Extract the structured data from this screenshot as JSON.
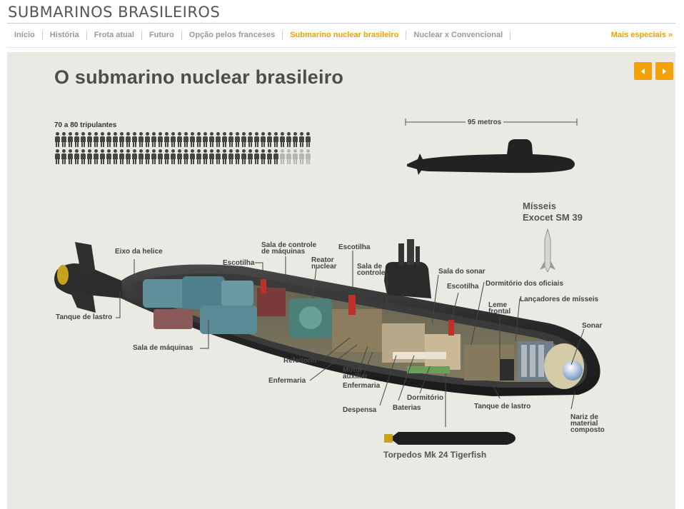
{
  "site": {
    "title": "SUBMARINOS BRASILEIROS"
  },
  "nav": {
    "items": [
      {
        "label": "Início",
        "active": false
      },
      {
        "label": "História",
        "active": false
      },
      {
        "label": "Frota atual",
        "active": false
      },
      {
        "label": "Futuro",
        "active": false
      },
      {
        "label": "Opção pelos franceses",
        "active": false
      },
      {
        "label": "Submarino nuclear brasileiro",
        "active": true
      },
      {
        "label": "Nuclear x Convencional",
        "active": false
      }
    ],
    "more_label": "Mais especiais »"
  },
  "infographic": {
    "title": "O submarino nuclear brasileiro",
    "crew": {
      "label": "70 a 80  tripulantes",
      "min": 70,
      "max": 80
    },
    "length_label": "95 metros",
    "missiles_title_line1": "Mísseis",
    "missiles_title_line2": "Exocet SM 39",
    "torpedo_label": "Torpedos Mk 24 Tigerfish",
    "parts": {
      "eixo_helice": "Eixo da helice",
      "tanque_lastro_popa": "Tanque de lastro",
      "sala_maquinas": "Sala de máquinas",
      "escotilha_1": "Escotilha",
      "sala_controle_maquinas_1": "Sala de controle",
      "sala_controle_maquinas_2": "de máquinas",
      "reator_1": "Reator",
      "reator_2": "nuclear",
      "escotilha_2": "Escotilha",
      "sala_controle_1": "Sala de",
      "sala_controle_2": "controle",
      "refeitorio": "Refeitorio",
      "enfermaria_1": "Enfermaria",
      "motor_aux_1": "Motor",
      "motor_aux_2": "auxiliar",
      "enfermaria_2": "Enfermaria",
      "despensa": "Despensa",
      "baterias": "Baterias",
      "dormitorio": "Dormitório",
      "sala_sonar": "Sala do sonar",
      "escotilha_3": "Escotilha",
      "dormitorio_oficiais": "Dormitório dos oficiais",
      "leme_frontal_1": "Leme",
      "leme_frontal_2": "frontal",
      "lancadores": "Lançadores de mísseis",
      "sonar": "Sonar",
      "tanque_lastro_proa": "Tanque de lastro",
      "nariz_1": "Nariz de",
      "nariz_2": "material",
      "nariz_3": "composto"
    }
  },
  "colors": {
    "accent": "#f0a000",
    "button": "#f4a20a",
    "background": "#ebe9e4",
    "hull": "#2c2c2c",
    "crew_dark": "#444444",
    "crew_light": "#b5b5b5"
  }
}
